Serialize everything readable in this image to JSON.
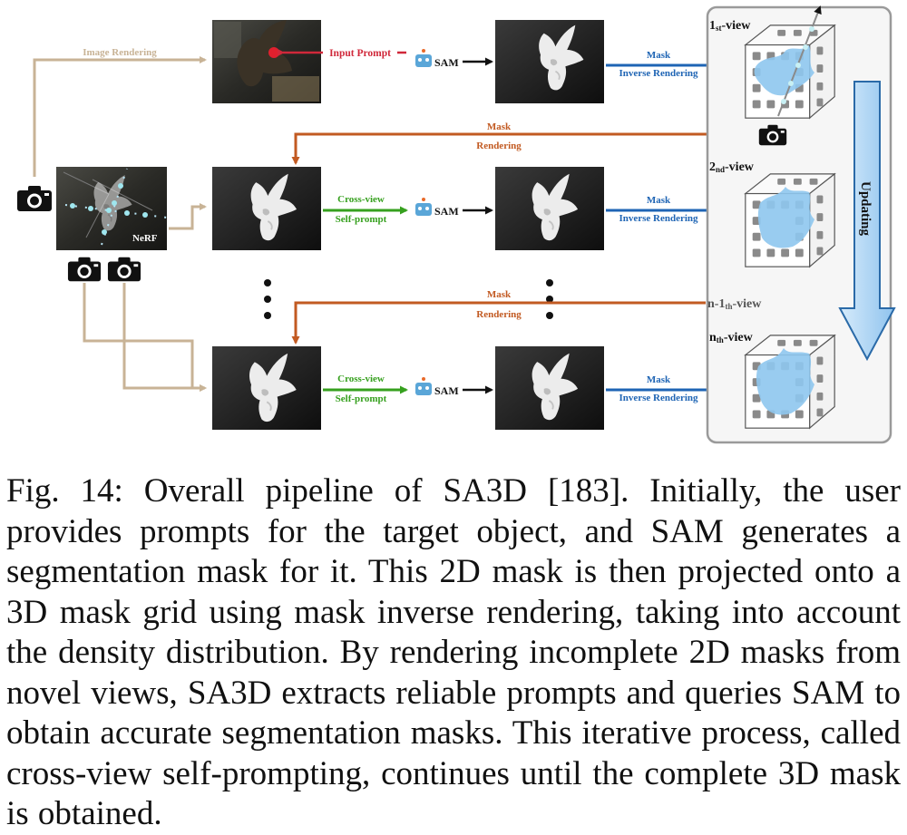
{
  "diagram": {
    "labels": {
      "image_rendering": "Image Rendering",
      "input_prompt": "Input Prompt",
      "sam": "SAM",
      "mask": "Mask",
      "inverse_rendering": "Inverse Rendering",
      "rendering": "Rendering",
      "cross_view": "Cross-view",
      "self_prompt": "Self-prompt",
      "nerf": "NeRF",
      "updating": "Updating"
    },
    "views": [
      {
        "base": "1",
        "sup": "st",
        "suffix": "-view"
      },
      {
        "base": "2",
        "sup": "nd",
        "suffix": "-view"
      },
      {
        "base": "n-1",
        "sup": "th",
        "suffix": "-view"
      },
      {
        "base": "n",
        "sup": "th",
        "suffix": "-view"
      }
    ],
    "colors": {
      "image_rendering": "#c8b396",
      "input_prompt": "#d0283a",
      "inverse_rendering": "#1e64b4",
      "mask_rendering": "#c25a22",
      "self_prompt": "#36a01e",
      "mask_fill": "#8ec6ee",
      "updating_arrow": "#a9d3f4"
    }
  },
  "caption": {
    "text": "Fig. 14: Overall pipeline of SA3D [183]. Initially, the user provides prompts for the target object, and SAM generates a segmentation mask for it. This 2D mask is then projected onto a 3D mask grid using mask inverse rendering, taking into account the density distribution. By rendering incomplete 2D masks from novel views, SA3D extracts reliable prompts and queries SAM to obtain accurate segmentation masks. This iterative process, called cross-view self-prompting, continues until the complete 3D mask is obtained."
  }
}
